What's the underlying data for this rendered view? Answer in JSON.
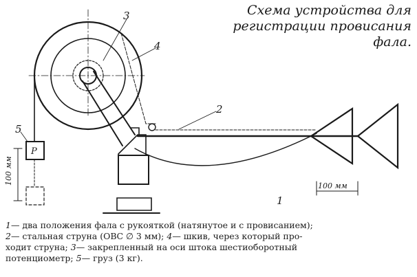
{
  "title": {
    "line1": "Схема устройства для",
    "line2": "регистрации провисания",
    "line3": "фала."
  },
  "labels": {
    "n1": "1",
    "n2": "2",
    "n3": "3",
    "n4": "4",
    "n5": "5",
    "weight": "P",
    "scale_vertical": "100 мм",
    "scale_horizontal": "100 мм"
  },
  "caption": {
    "l1_num": "1",
    "l1_text": "— два положения фала с рукояткой (натянутое и с провисанием);",
    "l2_num": "2",
    "l2_text": "— стальная струна (ОВС ∅ 3 мм);",
    "l2_num2": "4",
    "l2_text2": "— шкив, через который про-",
    "l3_text": "ходит струна;",
    "l3_num": "3",
    "l3_text2": "— закрепленный на оси штока шестиоборотный",
    "l4_text": "потенциометр;",
    "l4_num": "5",
    "l4_text2": "— груз (3 кг)."
  }
}
